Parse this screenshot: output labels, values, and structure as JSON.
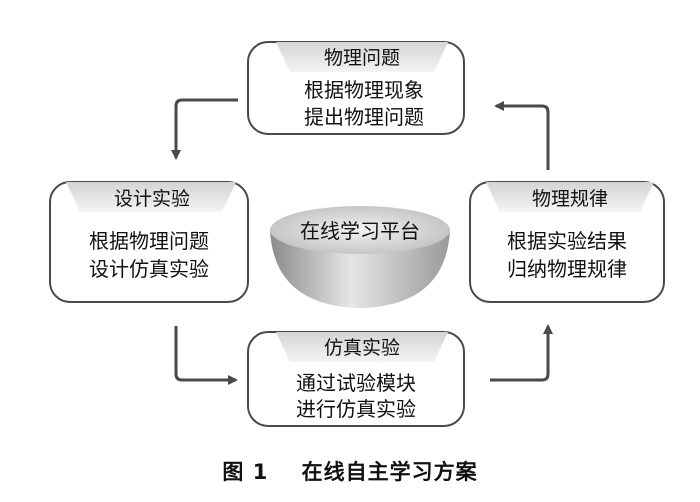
{
  "nodes": {
    "top": {
      "tab": "物理问题",
      "lines": [
        "根据物理现象",
        "提出物理问题"
      ]
    },
    "left": {
      "tab": "设计实验",
      "lines": [
        "根据物理问题",
        "设计仿真实验"
      ]
    },
    "right": {
      "tab": "物理规律",
      "lines": [
        "根据实验结果",
        "归纳物理规律"
      ]
    },
    "bottom": {
      "tab": "仿真实验",
      "lines": [
        "通过试验模块",
        "进行仿真实验"
      ]
    }
  },
  "center": {
    "label": "在线学习平台"
  },
  "caption": {
    "figure": "图 1",
    "title": "在线自主学习方案"
  },
  "colors": {
    "border": "#4a4a4a",
    "arrow": "#4a4a4a",
    "tab": "#e6e6e6"
  }
}
